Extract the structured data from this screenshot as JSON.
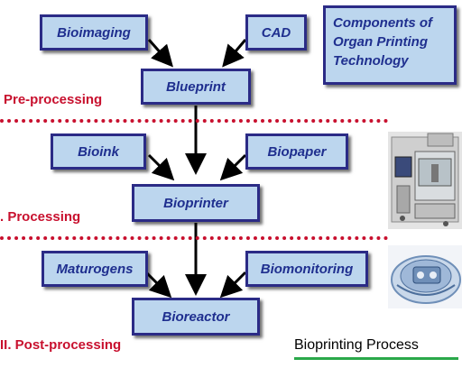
{
  "components": {
    "lines": [
      "Components of",
      "Organ Printing",
      "Technology"
    ]
  },
  "boxes": {
    "bioimaging": "Bioimaging",
    "cad": "CAD",
    "blueprint": "Blueprint",
    "bioink": "Bioink",
    "biopaper": "Biopaper",
    "bioprinter": "Bioprinter",
    "maturogens": "Maturogens",
    "biomonitoring": "Biomonitoring",
    "bioreactor": "Bioreactor"
  },
  "stages": {
    "pre": "Pre-processing",
    "processing": ". Processing",
    "post": "II. Post-processing"
  },
  "caption": "Bioprinting Process",
  "colors": {
    "box_fill": "#bcd6ee",
    "box_border": "#2b2b86",
    "box_text": "#1f2f8f",
    "stage_text": "#c8102e",
    "caption_underline": "#2aa84a"
  }
}
